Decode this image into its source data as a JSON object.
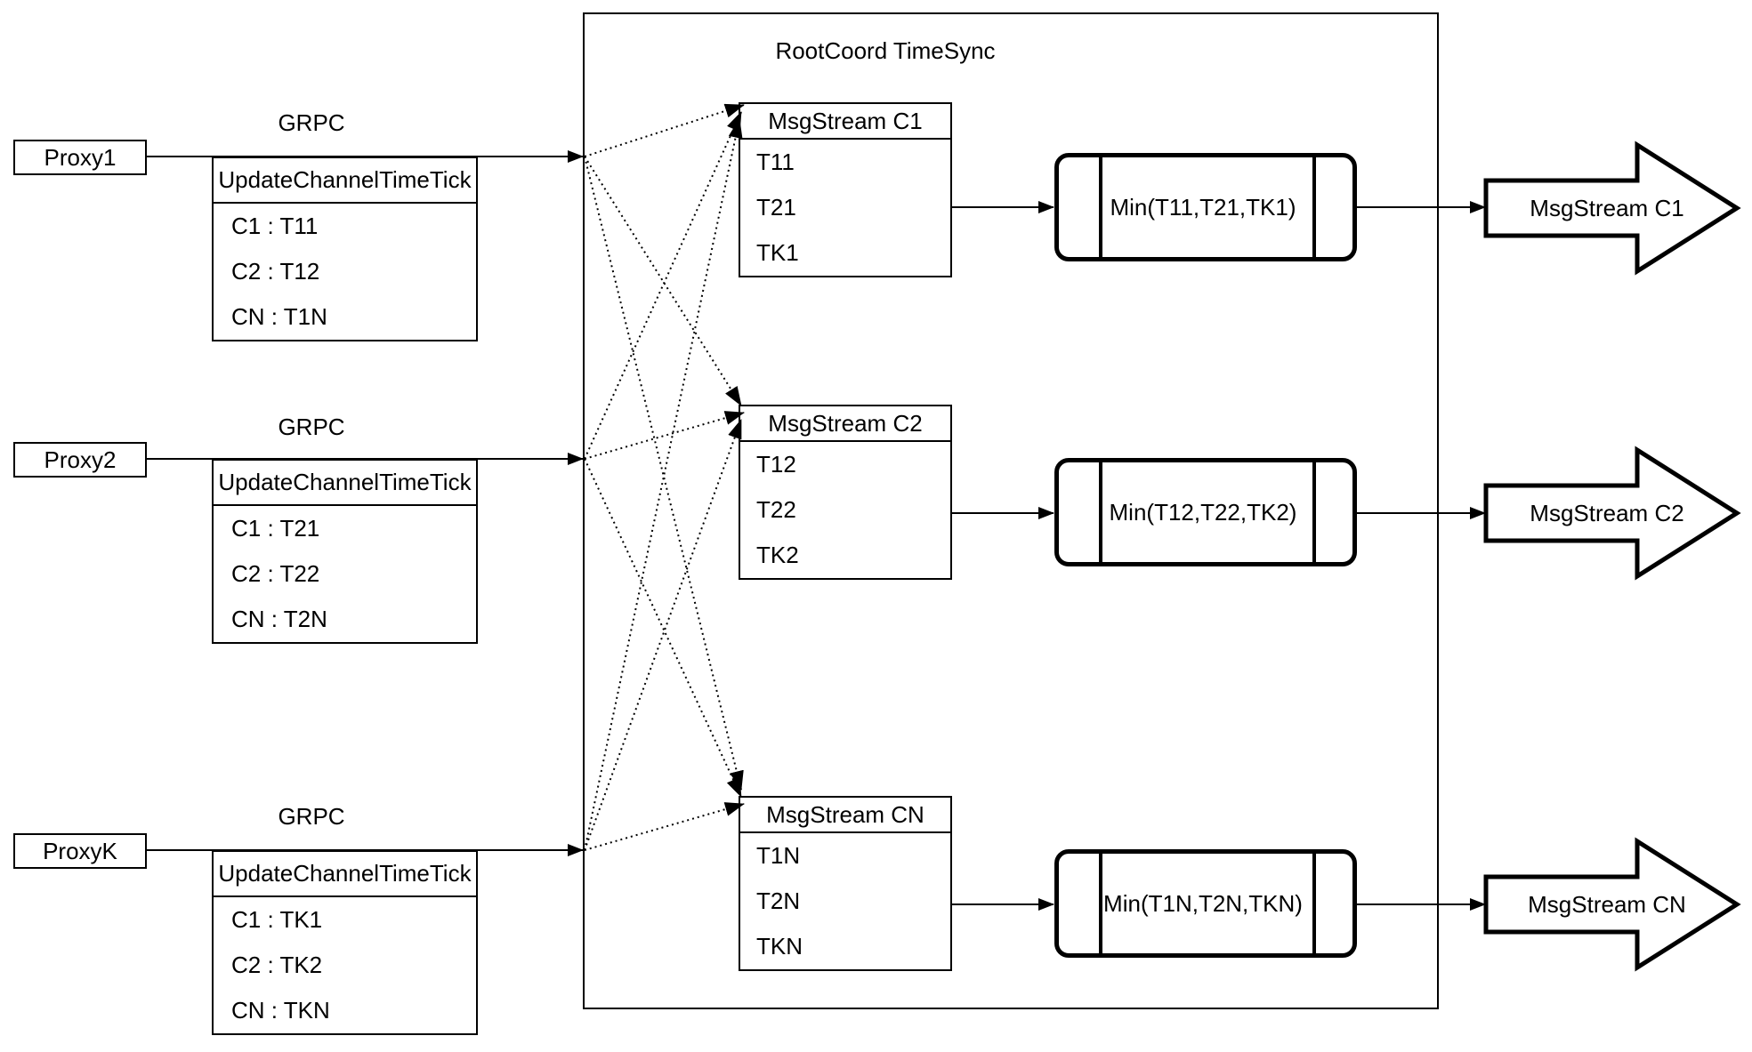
{
  "diagram": {
    "title": "RootCoord TimeSync",
    "colors": {
      "background": "#ffffff",
      "line": "#000000"
    },
    "proxies": [
      {
        "name": "Proxy1",
        "grpc_label": "GRPC",
        "table_title": "UpdateChannelTimeTick",
        "rows": [
          "C1 :  T11",
          "C2 :  T12",
          "CN : T1N"
        ]
      },
      {
        "name": "Proxy2",
        "grpc_label": "GRPC",
        "table_title": "UpdateChannelTimeTick",
        "rows": [
          "C1 :  T21",
          "C2 :  T22",
          "CN : T2N"
        ]
      },
      {
        "name": "ProxyK",
        "grpc_label": "GRPC",
        "table_title": "UpdateChannelTimeTick",
        "rows": [
          "C1 :  TK1",
          "C2 :  TK2",
          "CN : TKN"
        ]
      }
    ],
    "streams": [
      {
        "title": "MsgStream C1",
        "entries": [
          "T11",
          "T21",
          "TK1"
        ]
      },
      {
        "title": "MsgStream C2",
        "entries": [
          "T12",
          "T22",
          "TK2"
        ]
      },
      {
        "title": "MsgStream CN",
        "entries": [
          "T1N",
          "T2N",
          "TKN"
        ]
      }
    ],
    "mins": [
      {
        "label": "Min(T11,T21,TK1)"
      },
      {
        "label": "Min(T12,T22,TK2)"
      },
      {
        "label": "Min(T1N,T2N,TKN)"
      }
    ],
    "outputs": [
      {
        "label": "MsgStream C1"
      },
      {
        "label": "MsgStream C2"
      },
      {
        "label": "MsgStream CN"
      }
    ]
  }
}
